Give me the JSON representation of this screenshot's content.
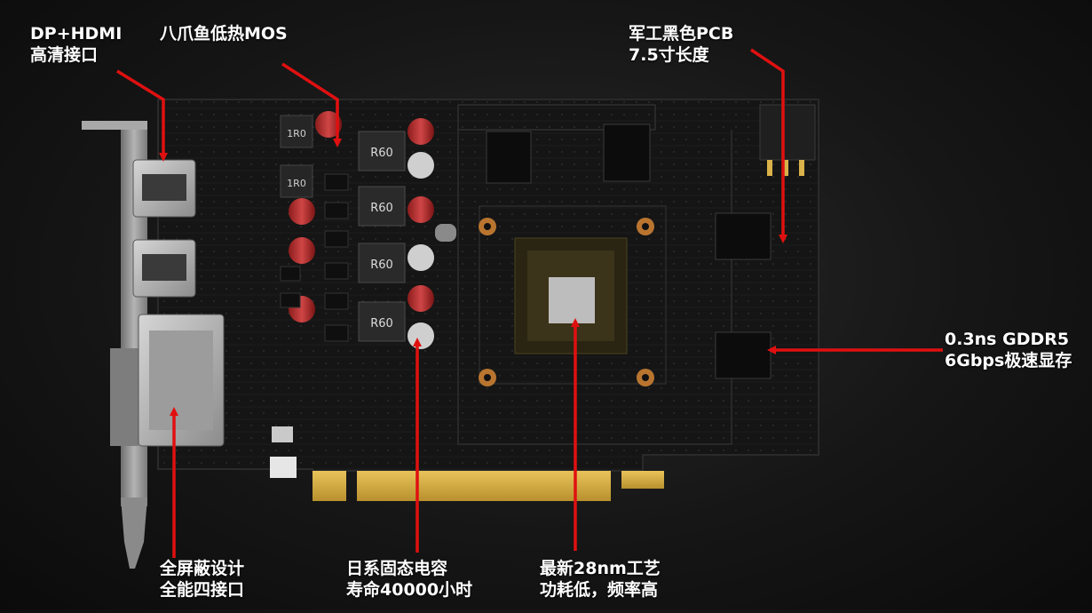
{
  "annotations": {
    "ports": {
      "line1": "DP+HDMI",
      "line2": "高清接口"
    },
    "mos": {
      "line1": "八爪鱼低热MOS"
    },
    "pcb": {
      "line1": "军工黑色PCB",
      "line2": "7.5寸长度"
    },
    "memory": {
      "line1": "0.3ns GDDR5",
      "line2": "6Gbps极速显存"
    },
    "shield": {
      "line1": "全屏蔽设计",
      "line2": "全能四接口"
    },
    "caps": {
      "line1": "日系固态电容",
      "line2": "寿命40000小时"
    },
    "gpu": {
      "line1": "最新28nm工艺",
      "line2": "功耗低，频率高"
    }
  },
  "board_markings": {
    "inductors": [
      "R60",
      "R60",
      "R60",
      "R60"
    ],
    "chokes": [
      "1R0",
      "1R0"
    ]
  },
  "colors": {
    "arrow": "#e01010",
    "pcb": "#141414",
    "gold": "#d9b24a",
    "bracket": "#9a9a9a"
  }
}
